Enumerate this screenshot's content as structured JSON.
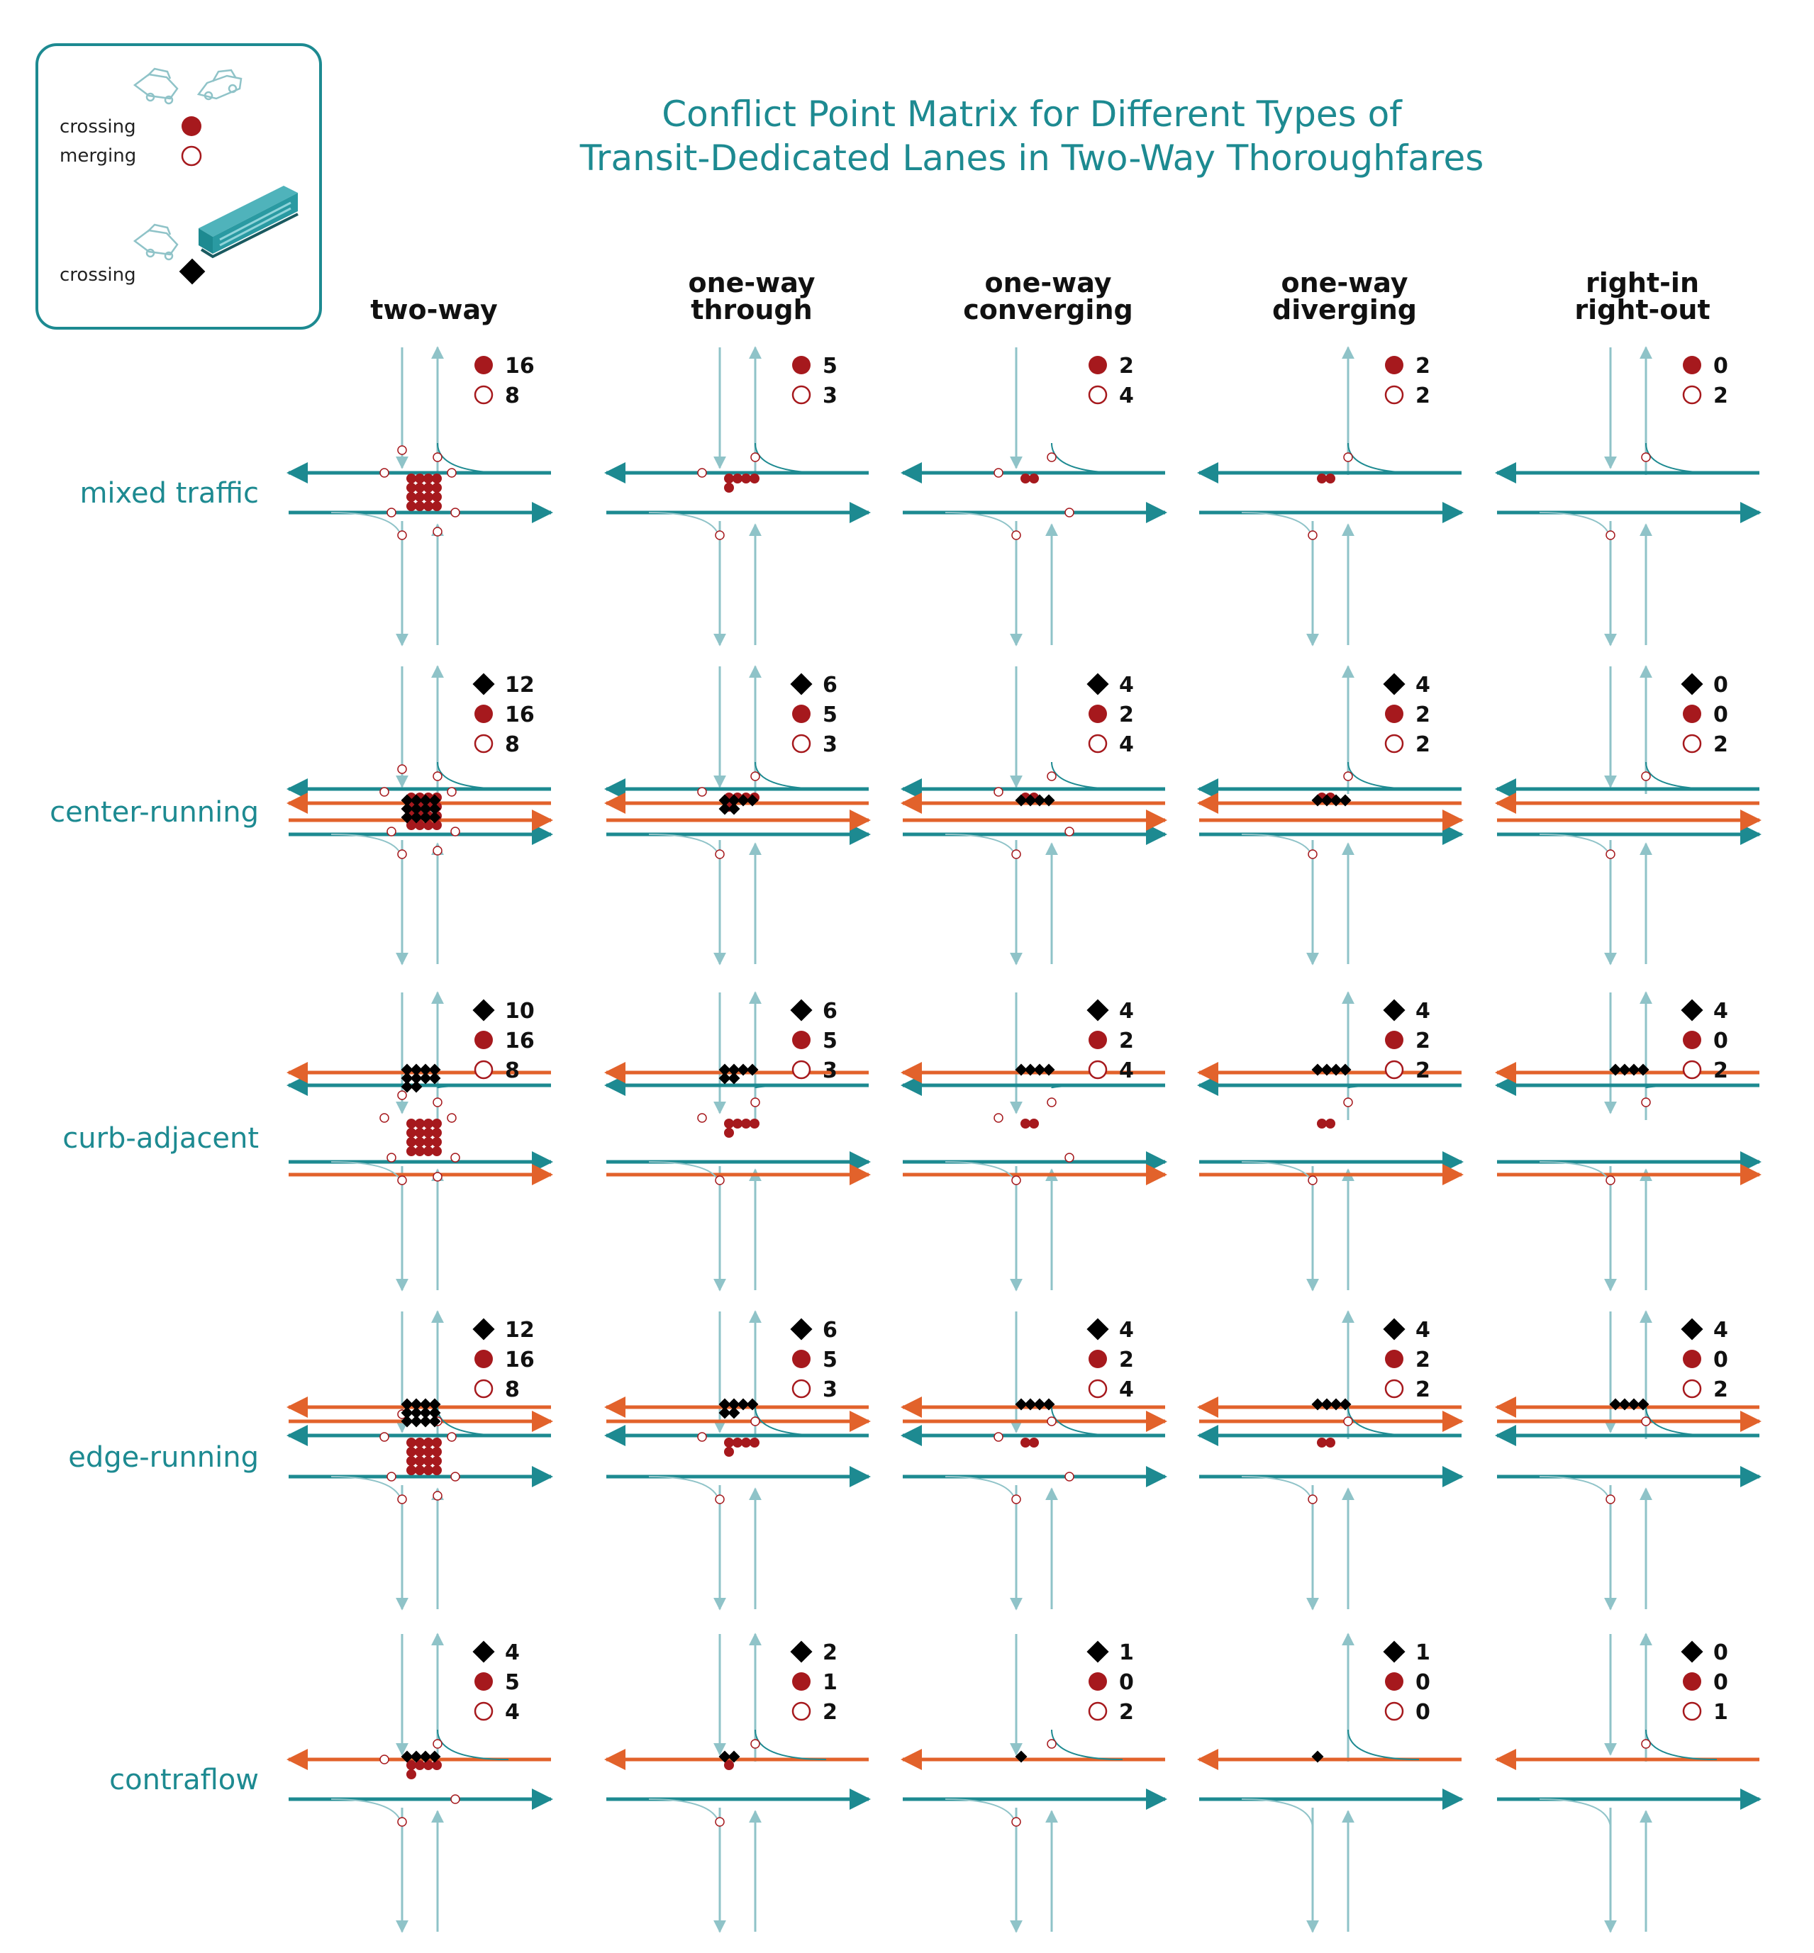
{
  "title": {
    "line1": "Conflict Point Matrix for Different Types of",
    "line2": "Transit-Dedicated Lanes in Two-Way Thoroughfares"
  },
  "legend": {
    "crossing_label": "crossing",
    "merging_label": "merging",
    "transit_crossing_label": "crossing"
  },
  "columns": [
    {
      "line1": "",
      "line2": "two-way"
    },
    {
      "line1": "one-way",
      "line2": "through"
    },
    {
      "line1": "one-way",
      "line2": "converging"
    },
    {
      "line1": "one-way",
      "line2": "diverging"
    },
    {
      "line1": "right-in",
      "line2": "right-out"
    }
  ],
  "rows": [
    {
      "label": "mixed traffic",
      "lanes": "mixed",
      "counts": [
        {
          "diamond": "",
          "crossing": "16",
          "merging": "8"
        },
        {
          "diamond": "",
          "crossing": "5",
          "merging": "3"
        },
        {
          "diamond": "",
          "crossing": "2",
          "merging": "4"
        },
        {
          "diamond": "",
          "crossing": "2",
          "merging": "2"
        },
        {
          "diamond": "",
          "crossing": "0",
          "merging": "2"
        }
      ]
    },
    {
      "label": "center-running",
      "lanes": "center",
      "counts": [
        {
          "diamond": "12",
          "crossing": "16",
          "merging": "8"
        },
        {
          "diamond": "6",
          "crossing": "5",
          "merging": "3"
        },
        {
          "diamond": "4",
          "crossing": "2",
          "merging": "4"
        },
        {
          "diamond": "4",
          "crossing": "2",
          "merging": "2"
        },
        {
          "diamond": "0",
          "crossing": "0",
          "merging": "2"
        }
      ]
    },
    {
      "label": "curb-adjacent",
      "lanes": "curb",
      "counts": [
        {
          "diamond": "10",
          "crossing": "16",
          "merging": "8"
        },
        {
          "diamond": "6",
          "crossing": "5",
          "merging": "3"
        },
        {
          "diamond": "4",
          "crossing": "2",
          "merging": "4"
        },
        {
          "diamond": "4",
          "crossing": "2",
          "merging": "2"
        },
        {
          "diamond": "4",
          "crossing": "0",
          "merging": "2"
        }
      ]
    },
    {
      "label": "edge-running",
      "lanes": "edge",
      "counts": [
        {
          "diamond": "12",
          "crossing": "16",
          "merging": "8"
        },
        {
          "diamond": "6",
          "crossing": "5",
          "merging": "3"
        },
        {
          "diamond": "4",
          "crossing": "2",
          "merging": "4"
        },
        {
          "diamond": "4",
          "crossing": "2",
          "merging": "2"
        },
        {
          "diamond": "4",
          "crossing": "0",
          "merging": "2"
        }
      ]
    },
    {
      "label": "contraflow",
      "lanes": "contra",
      "counts": [
        {
          "diamond": "4",
          "crossing": "5",
          "merging": "4"
        },
        {
          "diamond": "2",
          "crossing": "1",
          "merging": "2"
        },
        {
          "diamond": "1",
          "crossing": "0",
          "merging": "2"
        },
        {
          "diamond": "1",
          "crossing": "0",
          "merging": "0"
        },
        {
          "diamond": "0",
          "crossing": "0",
          "merging": "1"
        }
      ]
    }
  ],
  "colors": {
    "teal": "#1d8a91",
    "light_teal": "#8fc3c8",
    "orange": "#e2622b",
    "crossing_red": "#a6191d",
    "diamond_black": "#000000",
    "legend_border": "#1d8a91"
  },
  "icons": [
    "car-icon",
    "bus-icon",
    "crossing-dot-icon",
    "merging-circle-icon",
    "transit-crossing-diamond-icon"
  ]
}
